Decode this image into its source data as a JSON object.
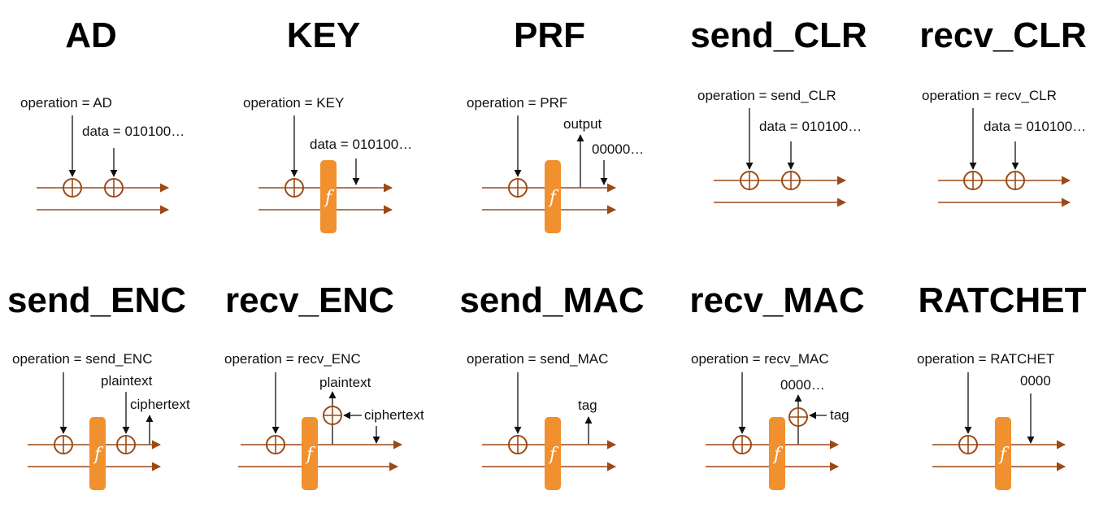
{
  "panels": [
    {
      "id": "ad",
      "title": "AD",
      "operation": "operation = AD",
      "labels": [
        "data = 010100…"
      ]
    },
    {
      "id": "key",
      "title": "KEY",
      "operation": "operation = KEY",
      "labels": [
        "data = 010100…"
      ]
    },
    {
      "id": "prf",
      "title": "PRF",
      "operation": "operation = PRF",
      "labels": [
        "output",
        "00000…"
      ]
    },
    {
      "id": "send-clr",
      "title": "send_CLR",
      "operation": "operation = send_CLR",
      "labels": [
        "data = 010100…"
      ]
    },
    {
      "id": "recv-clr",
      "title": "recv_CLR",
      "operation": "operation = recv_CLR",
      "labels": [
        "data = 010100…"
      ]
    },
    {
      "id": "send-enc",
      "title": "send_ENC",
      "operation": "operation = send_ENC",
      "labels": [
        "plaintext",
        "ciphertext"
      ]
    },
    {
      "id": "recv-enc",
      "title": "recv_ENC",
      "operation": "operation = recv_ENC",
      "labels": [
        "plaintext",
        "ciphertext"
      ]
    },
    {
      "id": "send-mac",
      "title": "send_MAC",
      "operation": "operation = send_MAC",
      "labels": [
        "tag"
      ]
    },
    {
      "id": "recv-mac",
      "title": "recv_MAC",
      "operation": "operation = recv_MAC",
      "labels": [
        "0000…",
        "tag"
      ]
    },
    {
      "id": "ratchet",
      "title": "RATCHET",
      "operation": "operation = RATCHET",
      "labels": [
        "0000"
      ]
    }
  ],
  "f_symbol": "f",
  "colors": {
    "state_line": "#9b4a16",
    "f_box": "#f0902e",
    "text": "#000000"
  }
}
